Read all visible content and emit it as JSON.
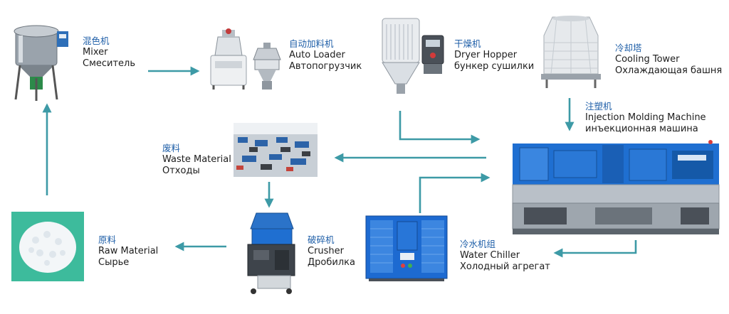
{
  "colors": {
    "arrow": "#3d9aa6",
    "label_zh": "#1f5fa8",
    "machine_blue": "#1f6fd1",
    "machine_steel": "#b9c0c8"
  },
  "nodes": {
    "mixer": {
      "zh": "混色机",
      "en": "Mixer",
      "ru": "Смеситель"
    },
    "loader": {
      "zh": "自动加料机",
      "en": "Auto Loader",
      "ru": "Автопогрузчик"
    },
    "dryer": {
      "zh": "干燥机",
      "en": "Dryer Hopper",
      "ru": "бункер сушилки"
    },
    "tower": {
      "zh": "冷却塔",
      "en": "Cooling Tower",
      "ru": "Охлаждающая башня"
    },
    "injection": {
      "zh": "注塑机",
      "en": "Injection Molding Machine",
      "ru": "инъекционная машина"
    },
    "waste": {
      "zh": "废料",
      "en": "Waste Material",
      "ru": "Отходы"
    },
    "raw": {
      "zh": "原料",
      "en": "Raw Material",
      "ru": "Сырье"
    },
    "crusher": {
      "zh": "破碎机",
      "en": "Crusher",
      "ru": "Дробилка"
    },
    "chiller": {
      "zh": "冷水机组",
      "en": "Water Chiller",
      "ru": "Холодный агрегат"
    }
  }
}
